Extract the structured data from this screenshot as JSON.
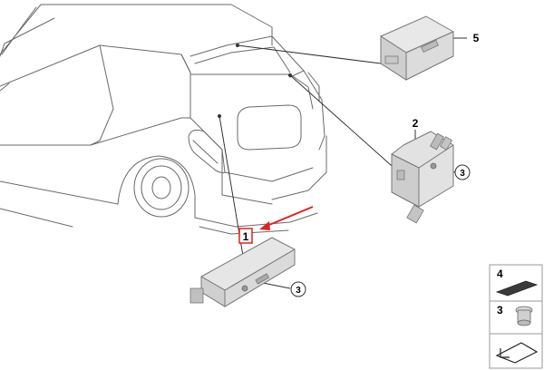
{
  "diagram": {
    "callouts": {
      "part1": "1",
      "part2": "2",
      "part3a": "3",
      "part3b": "3",
      "part5": "5"
    },
    "legend": {
      "item4": "4",
      "item3": "3"
    },
    "colors": {
      "highlight_arrow": "#e02020",
      "highlight_box": "#e02020",
      "line": "#333333"
    },
    "icons": [
      "car-outline",
      "antenna-amplifier-module",
      "bolt-icon",
      "pad-icon",
      "nut-icon",
      "return-arrow-icon"
    ]
  }
}
